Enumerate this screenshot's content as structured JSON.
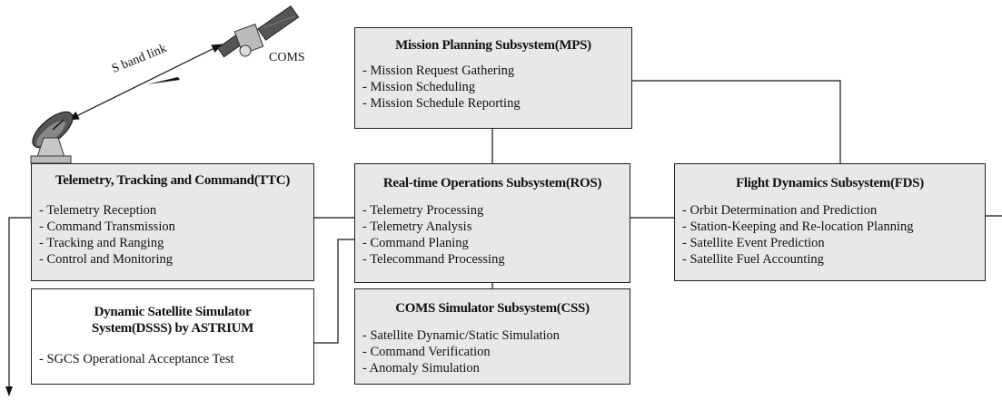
{
  "link_label": "S band link",
  "satellite_label": "COMS",
  "boxes": {
    "mps": {
      "title": "Mission Planning Subsystem(MPS)",
      "items": [
        "- Mission Request Gathering",
        "- Mission Scheduling",
        "- Mission Schedule Reporting"
      ]
    },
    "ttc": {
      "title": "Telemetry, Tracking and Command(TTC)",
      "items": [
        "- Telemetry Reception",
        "- Command Transmission",
        "- Tracking and Ranging",
        "- Control and Monitoring"
      ]
    },
    "ros": {
      "title": "Real-time Operations Subsystem(ROS)",
      "items": [
        "- Telemetry Processing",
        "- Telemetry Analysis",
        "- Command Planing",
        "- Telecommand Processing"
      ]
    },
    "fds": {
      "title": "Flight Dynamics Subsystem(FDS)",
      "items": [
        "- Orbit Determination and Prediction",
        "- Station-Keeping and Re-location Planning",
        "- Satellite Event Prediction",
        "- Satellite Fuel Accounting"
      ]
    },
    "dsss": {
      "title_line1": "Dynamic Satellite Simulator",
      "title_line2": "System(DSSS) by ASTRIUM",
      "items": [
        "- SGCS Operational Acceptance Test"
      ]
    },
    "css": {
      "title": "COMS Simulator Subsystem(CSS)",
      "items": [
        "- Satellite Dynamic/Static Simulation",
        "- Command Verification",
        "- Anomaly Simulation"
      ]
    }
  }
}
